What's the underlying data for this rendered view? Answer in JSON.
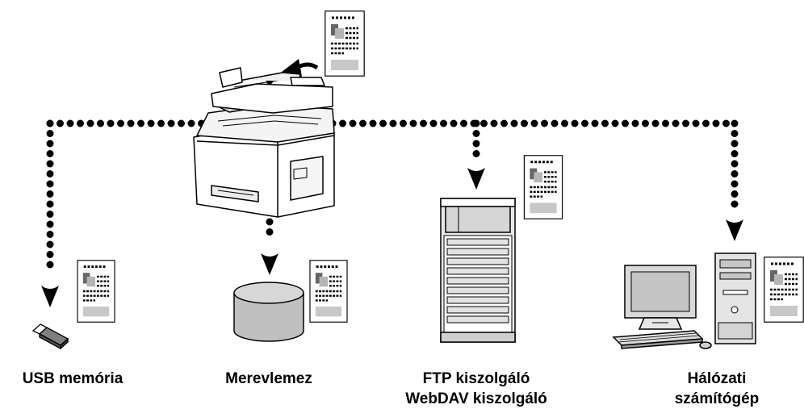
{
  "diagram": {
    "destinations": [
      {
        "id": "usb",
        "lines": [
          "USB memória"
        ]
      },
      {
        "id": "hdd",
        "lines": [
          "Merevlemez"
        ]
      },
      {
        "id": "ftp",
        "lines": [
          "FTP kiszolgáló",
          "WebDAV kiszolgáló"
        ]
      },
      {
        "id": "pc",
        "lines": [
          "Hálózati",
          "számítógép"
        ]
      }
    ]
  }
}
